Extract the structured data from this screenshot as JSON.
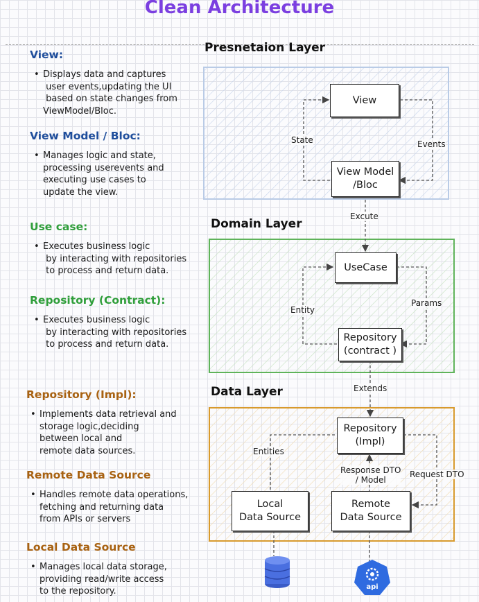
{
  "title": "Clean Architecture",
  "colors": {
    "title": "#7b3fe0",
    "presentation": "#1f4e9c",
    "domain": "#2f9e3a",
    "data": "#a86212",
    "presentation_box": "#b9cbe6",
    "domain_box": "#5fb35a",
    "data_box": "#d89a2d"
  },
  "sections": [
    {
      "heading": "View:",
      "color": "#1f4e9c",
      "lines": [
        "Displays data and captures",
        " user events,updating the UI",
        " based on state changes from",
        "ViewModel/Bloc."
      ]
    },
    {
      "heading": "View Model / Bloc:",
      "color": "#1f4e9c",
      "lines": [
        "Manages logic and state,",
        "processing userevents and",
        "executing use cases to",
        "update the view."
      ]
    },
    {
      "heading": "Use case:",
      "color": "#2f9e3a",
      "lines": [
        "Executes business logic",
        " by interacting with repositories",
        " to process and return data."
      ]
    },
    {
      "heading": "Repository (Contract):",
      "color": "#2f9e3a",
      "lines": [
        "Executes business logic",
        " by interacting with repositories",
        " to process and return data."
      ]
    },
    {
      "heading": "Repository (Impl):",
      "color": "#a86212",
      "lines": [
        "Implements data retrieval and",
        "storage logic,deciding",
        "between local and",
        "remote data sources."
      ]
    },
    {
      "heading": "Remote Data Source",
      "color": "#a86212",
      "lines": [
        "Handles remote data operations,",
        "fetching and returning data",
        "from APIs or servers"
      ]
    },
    {
      "heading": "Local Data Source",
      "color": "#a86212",
      "lines": [
        "Manages local data storage,",
        "providing read/write access",
        "to the repository."
      ]
    }
  ],
  "layers": {
    "presentation": "Presnetaion Layer",
    "domain": "Domain Layer",
    "data": "Data Layer"
  },
  "nodes": {
    "view": "View",
    "viewmodel": "View Model\n/Bloc",
    "usecase": "UseCase",
    "repo_contract": "Repository\n(contract )",
    "repo_impl": "Repository\n(Impl)",
    "local": "Local\nData Source",
    "remote": "Remote\nData Source"
  },
  "edge_labels": {
    "state": "State",
    "events": "Events",
    "excute": "Excute",
    "entity": "Entity",
    "params": "Params",
    "extends": "Extends",
    "entities": "Entities",
    "response": "Response DTO\n/ Model",
    "request": "Request DTO"
  },
  "icons": {
    "database": "database-icon",
    "api": "api",
    "api_icon": "api-icon"
  }
}
